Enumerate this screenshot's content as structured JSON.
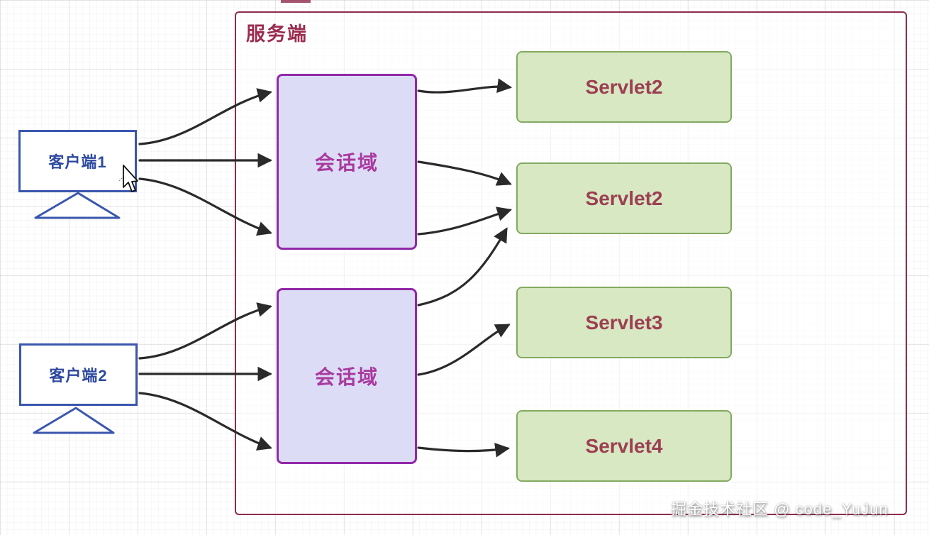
{
  "diagram": {
    "server": {
      "label": "服务端"
    },
    "clients": [
      {
        "id": "client1",
        "label": "客户端1"
      },
      {
        "id": "client2",
        "label": "客户端2"
      }
    ],
    "sessions": [
      {
        "id": "session1",
        "label": "会话域"
      },
      {
        "id": "session2",
        "label": "会话域"
      }
    ],
    "servlets": [
      {
        "id": "servlet1",
        "label": "Servlet2"
      },
      {
        "id": "servlet2",
        "label": "Servlet2"
      },
      {
        "id": "servlet3",
        "label": "Servlet3"
      },
      {
        "id": "servlet4",
        "label": "Servlet4"
      }
    ],
    "edges": [
      {
        "from": "client1",
        "to": "session1",
        "route": "top-curve"
      },
      {
        "from": "client1",
        "to": "session1",
        "route": "straight"
      },
      {
        "from": "client1",
        "to": "session1",
        "route": "bottom-curve"
      },
      {
        "from": "session1",
        "to": "servlet1",
        "route": "straight"
      },
      {
        "from": "session1",
        "to": "servlet2",
        "route": "down-curve"
      },
      {
        "from": "session1",
        "to": "servlet2",
        "route": "up-curve"
      },
      {
        "from": "session2",
        "to": "servlet2",
        "route": "long-up-curve"
      },
      {
        "from": "session2",
        "to": "servlet3",
        "route": "up-curve"
      },
      {
        "from": "session2",
        "to": "servlet4",
        "route": "straight"
      },
      {
        "from": "client2",
        "to": "session2",
        "route": "top-curve"
      },
      {
        "from": "client2",
        "to": "session2",
        "route": "straight"
      },
      {
        "from": "client2",
        "to": "session2",
        "route": "bottom-curve"
      }
    ]
  },
  "watermark": {
    "text": "掘金技术社区 @ code_YuJun"
  },
  "colors": {
    "server_border": "#8e2c4e",
    "server_text": "#9b2d50",
    "client_border": "#3a57ad",
    "client_text": "#2d49a0",
    "session_fill": "#dcdcf7",
    "session_border": "#9128a8",
    "session_text": "#a93a9e",
    "servlet_fill": "#d7e8c3",
    "servlet_border": "#83aa60",
    "servlet_text": "#9c3f52",
    "arrow": "#2a2a2a",
    "watermark_text": "#ffffff"
  }
}
